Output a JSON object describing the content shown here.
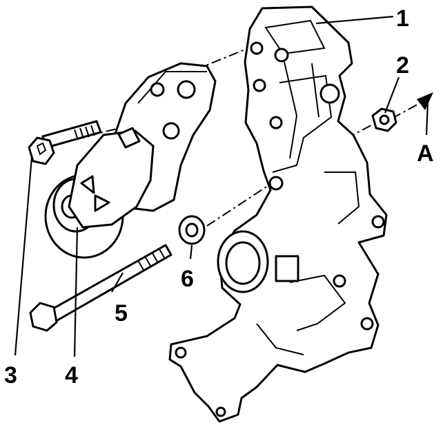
{
  "callouts": {
    "c1": "1",
    "c2": "2",
    "c3": "3",
    "c4": "4",
    "c5": "5",
    "c6": "6",
    "view_arrow": "A"
  },
  "colors": {
    "ink": "#000000",
    "paper": "#ffffff"
  }
}
